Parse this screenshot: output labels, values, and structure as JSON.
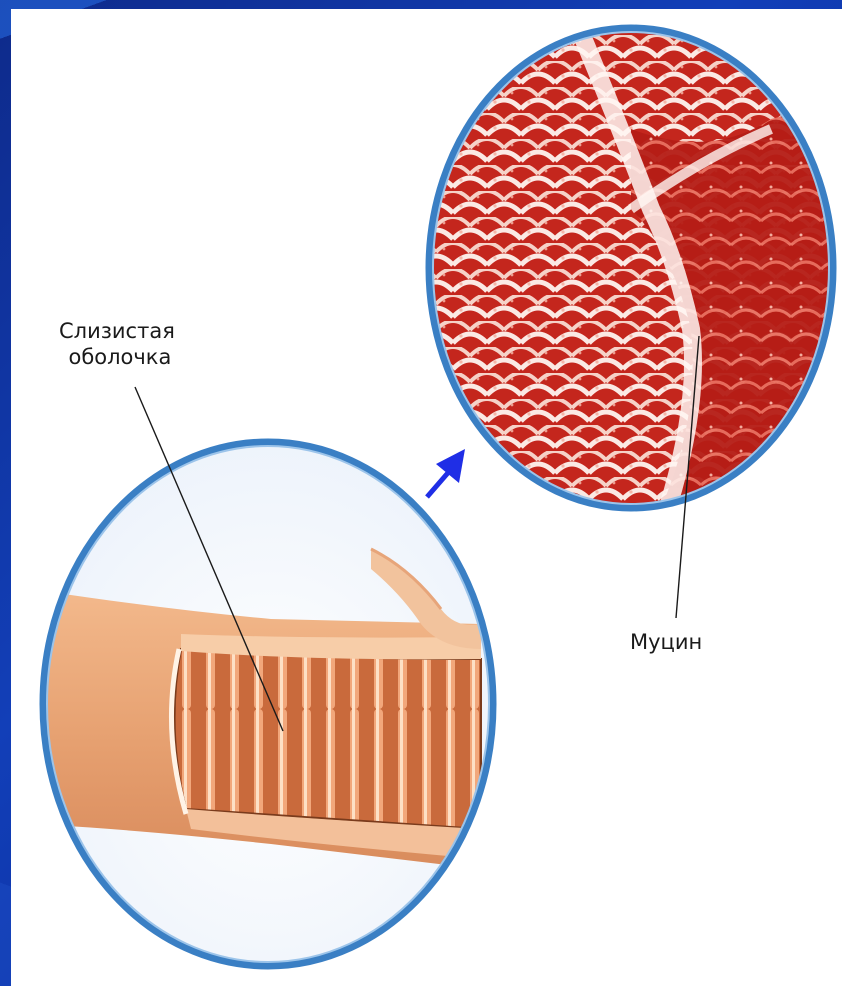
{
  "labels": {
    "mucosa_line1": "Слизистая",
    "mucosa_line2": "оболочка",
    "mucin": "Муцин"
  },
  "colors": {
    "slide_background": "#123fb8",
    "frame": "#3a7fc4",
    "arrow": "#1f2ee6",
    "tissue_red": "#c8281e",
    "tube_tan": "#e8a87c"
  }
}
